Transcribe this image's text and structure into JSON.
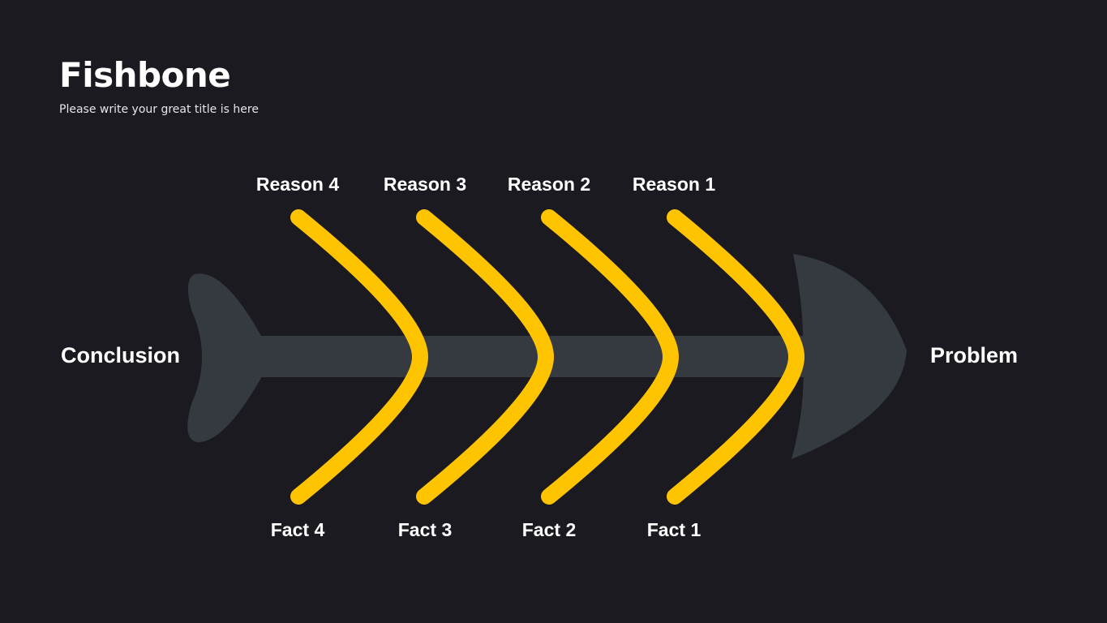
{
  "header": {
    "title": "Fishbone",
    "subtitle": "Please write your great title is here"
  },
  "diagram": {
    "conclusion": "Conclusion",
    "problem": "Problem",
    "reasons": [
      "Reason 4",
      "Reason 3",
      "Reason 2",
      "Reason 1"
    ],
    "facts": [
      "Fact 4",
      "Fact 3",
      "Fact 2",
      "Fact 1"
    ]
  },
  "colors": {
    "background": "#1b1a21",
    "fish": "#343a40",
    "bone": "#ffc400",
    "text": "#ffffff"
  }
}
